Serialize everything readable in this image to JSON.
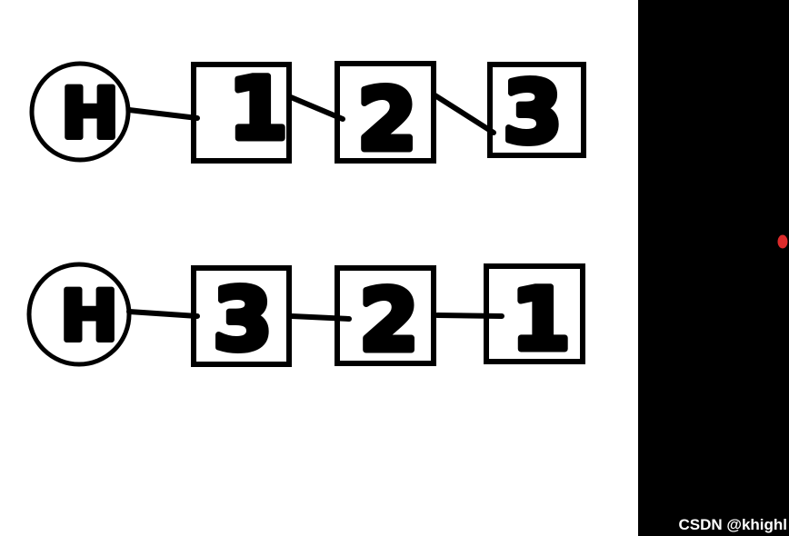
{
  "canvas": {
    "background": "#ffffff",
    "ink_color": "#000000"
  },
  "diagram": {
    "rows": [
      {
        "head_label": "H",
        "nodes": [
          "1",
          "2",
          "3"
        ]
      },
      {
        "head_label": "H",
        "nodes": [
          "3",
          "2",
          "1"
        ]
      }
    ]
  },
  "watermark": {
    "panel_color": "#000000",
    "dot_color": "#dd2b2b",
    "text": "CSDN @khighl",
    "text_color": "#ffffff"
  }
}
